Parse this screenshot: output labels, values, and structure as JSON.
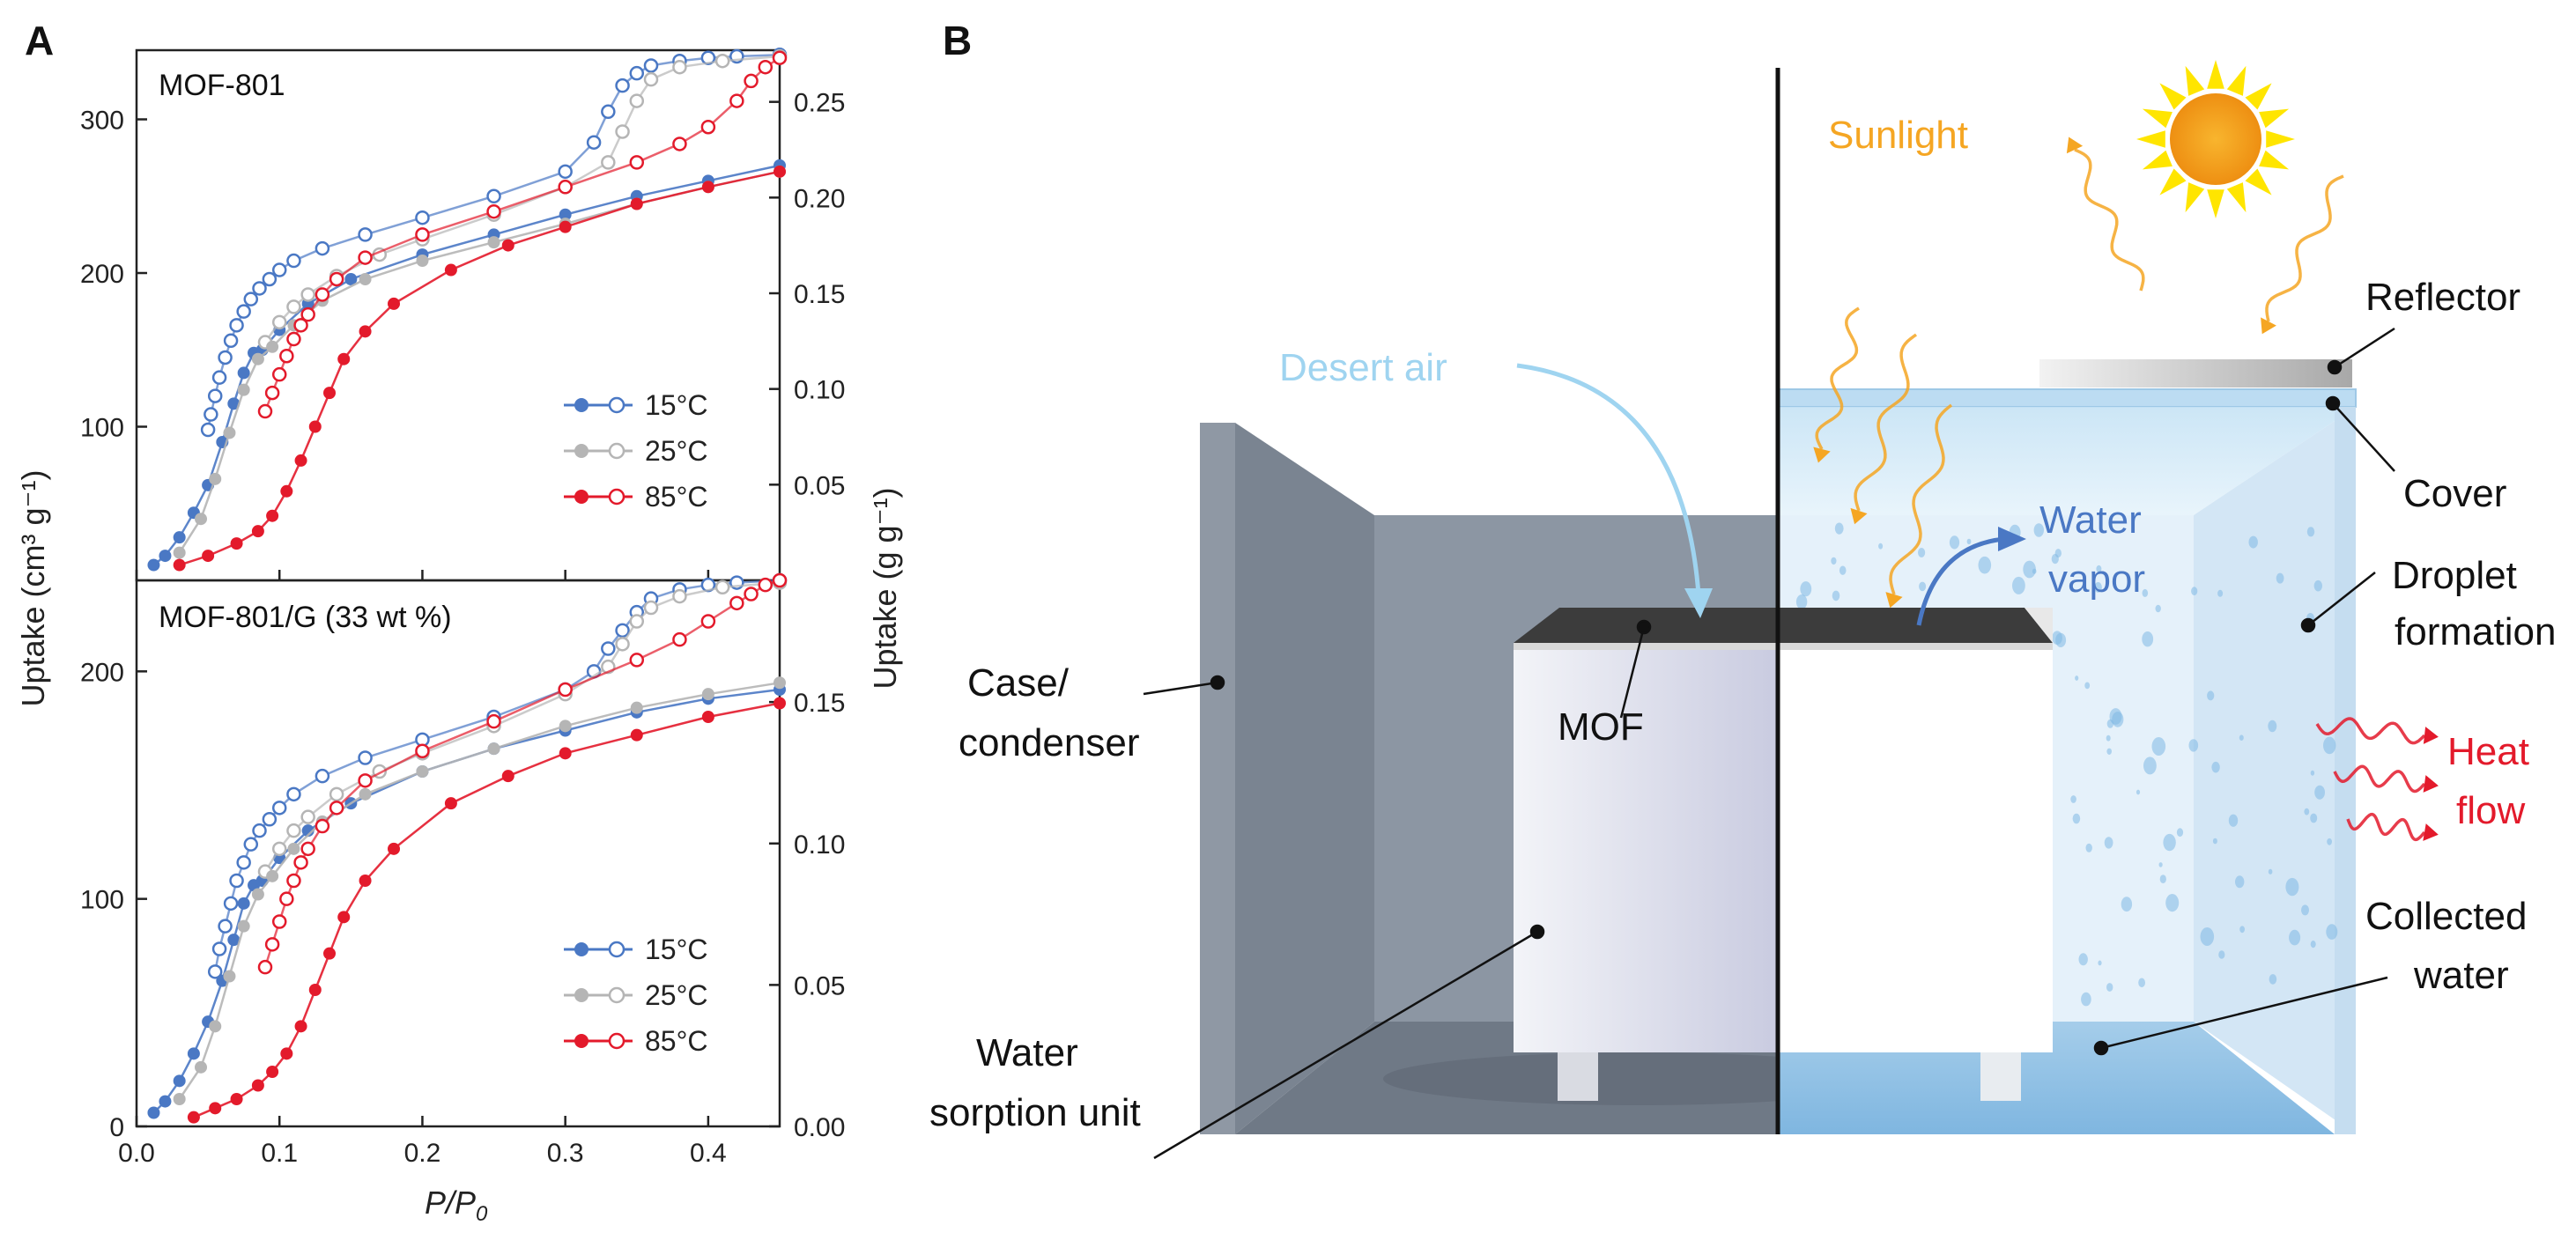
{
  "panels": {
    "a_label": "A",
    "b_label": "B"
  },
  "axes": {
    "ylabel_left": "Uptake (cm³ g⁻¹)",
    "ylabel_right": "Uptake (g g⁻¹)",
    "xlabel_main": "P/P",
    "xlabel_sub": "0"
  },
  "chart_data": [
    {
      "type": "scatter",
      "title": "MOF-801",
      "xlim": [
        0,
        0.45
      ],
      "ylim_left": [
        0,
        345
      ],
      "ylim_right": [
        0,
        0.277
      ],
      "x_ticks": [
        "0.0",
        "0.1",
        "0.2",
        "0.3",
        "0.4"
      ],
      "y_ticks_left": [
        "100",
        "200",
        "300"
      ],
      "y_ticks_right": [
        "0.05",
        "0.10",
        "0.15",
        "0.20",
        "0.25"
      ],
      "legend": {
        "placement": "center-right"
      },
      "series": [
        {
          "name": "15°C",
          "color": "#4a78c4",
          "adsorption": {
            "x": [
              0.012,
              0.02,
              0.03,
              0.04,
              0.05,
              0.06,
              0.068,
              0.075,
              0.082,
              0.088,
              0.1,
              0.12,
              0.15,
              0.2,
              0.25,
              0.3,
              0.35,
              0.4,
              0.45
            ],
            "y": [
              10,
              16,
              28,
              44,
              62,
              90,
              115,
              135,
              148,
              150,
              163,
              180,
              196,
              212,
              225,
              238,
              250,
              260,
              270
            ]
          },
          "desorption": {
            "x": [
              0.05,
              0.052,
              0.055,
              0.058,
              0.062,
              0.066,
              0.07,
              0.075,
              0.08,
              0.086,
              0.093,
              0.1,
              0.11,
              0.13,
              0.16,
              0.2,
              0.25,
              0.3,
              0.32,
              0.33,
              0.34,
              0.35,
              0.36,
              0.38,
              0.4,
              0.42,
              0.45
            ],
            "y": [
              98,
              108,
              120,
              132,
              145,
              156,
              166,
              175,
              183,
              190,
              196,
              202,
              208,
              216,
              225,
              236,
              250,
              266,
              285,
              305,
              322,
              330,
              335,
              338,
              340,
              341,
              342
            ]
          }
        },
        {
          "name": "25°C",
          "color": "#b5b5b5",
          "adsorption": {
            "x": [
              0.03,
              0.045,
              0.055,
              0.065,
              0.075,
              0.085,
              0.095,
              0.11,
              0.13,
              0.16,
              0.2,
              0.25,
              0.3,
              0.35,
              0.4,
              0.45
            ],
            "y": [
              18,
              40,
              66,
              96,
              124,
              144,
              152,
              166,
              182,
              196,
              208,
              220,
              232,
              245,
              256,
              266
            ]
          },
          "desorption": {
            "x": [
              0.09,
              0.1,
              0.11,
              0.12,
              0.14,
              0.17,
              0.2,
              0.25,
              0.3,
              0.33,
              0.34,
              0.35,
              0.36,
              0.38,
              0.41,
              0.45
            ],
            "y": [
              155,
              168,
              178,
              186,
              198,
              212,
              222,
              238,
              256,
              272,
              292,
              312,
              326,
              334,
              338,
              341
            ]
          }
        },
        {
          "name": "85°C",
          "color": "#e31a2b",
          "adsorption": {
            "x": [
              0.03,
              0.05,
              0.07,
              0.085,
              0.095,
              0.105,
              0.115,
              0.125,
              0.135,
              0.145,
              0.16,
              0.18,
              0.22,
              0.26,
              0.3,
              0.35,
              0.4,
              0.45
            ],
            "y": [
              10,
              16,
              24,
              32,
              42,
              58,
              78,
              100,
              122,
              144,
              162,
              180,
              202,
              218,
              230,
              245,
              256,
              266
            ]
          },
          "desorption": {
            "x": [
              0.09,
              0.095,
              0.1,
              0.105,
              0.11,
              0.115,
              0.12,
              0.13,
              0.14,
              0.16,
              0.2,
              0.25,
              0.3,
              0.35,
              0.38,
              0.4,
              0.42,
              0.43,
              0.44,
              0.45
            ],
            "y": [
              110,
              122,
              134,
              146,
              157,
              166,
              173,
              186,
              196,
              210,
              225,
              240,
              256,
              272,
              284,
              295,
              312,
              325,
              334,
              340
            ]
          }
        }
      ]
    },
    {
      "type": "scatter",
      "title": "MOF-801/G (33 wt %)",
      "xlim": [
        0,
        0.45
      ],
      "ylim_left": [
        0,
        240
      ],
      "ylim_right": [
        0,
        0.193
      ],
      "x_ticks": [
        "0.0",
        "0.1",
        "0.2",
        "0.3",
        "0.4"
      ],
      "y_ticks_left": [
        "0",
        "100",
        "200"
      ],
      "y_ticks_right": [
        "0.00",
        "0.05",
        "0.10",
        "0.15"
      ],
      "legend": {
        "placement": "bottom-right"
      },
      "series": [
        {
          "name": "15°C",
          "color": "#4a78c4",
          "adsorption": {
            "x": [
              0.012,
              0.02,
              0.03,
              0.04,
              0.05,
              0.06,
              0.068,
              0.075,
              0.082,
              0.088,
              0.1,
              0.12,
              0.15,
              0.2,
              0.25,
              0.3,
              0.35,
              0.4,
              0.45
            ],
            "y": [
              6,
              11,
              20,
              32,
              46,
              64,
              82,
              98,
              106,
              108,
              118,
              130,
              142,
              156,
              166,
              174,
              182,
              188,
              192
            ]
          },
          "desorption": {
            "x": [
              0.055,
              0.058,
              0.062,
              0.066,
              0.07,
              0.075,
              0.08,
              0.086,
              0.093,
              0.1,
              0.11,
              0.13,
              0.16,
              0.2,
              0.25,
              0.3,
              0.32,
              0.33,
              0.34,
              0.35,
              0.36,
              0.38,
              0.4,
              0.42,
              0.45
            ],
            "y": [
              68,
              78,
              88,
              98,
              108,
              116,
              124,
              130,
              135,
              140,
              146,
              154,
              162,
              170,
              180,
              192,
              200,
              210,
              218,
              226,
              232,
              236,
              238,
              239,
              240
            ]
          }
        },
        {
          "name": "25°C",
          "color": "#b5b5b5",
          "adsorption": {
            "x": [
              0.03,
              0.045,
              0.055,
              0.065,
              0.075,
              0.085,
              0.095,
              0.11,
              0.13,
              0.16,
              0.2,
              0.25,
              0.3,
              0.35,
              0.4,
              0.45
            ],
            "y": [
              12,
              26,
              44,
              66,
              88,
              102,
              110,
              122,
              134,
              146,
              156,
              166,
              176,
              184,
              190,
              195
            ]
          },
          "desorption": {
            "x": [
              0.09,
              0.1,
              0.11,
              0.12,
              0.14,
              0.17,
              0.2,
              0.25,
              0.3,
              0.33,
              0.34,
              0.35,
              0.36,
              0.38,
              0.41,
              0.45
            ],
            "y": [
              112,
              122,
              130,
              136,
              146,
              156,
              164,
              176,
              190,
              202,
              212,
              222,
              228,
              233,
              237,
              239
            ]
          }
        },
        {
          "name": "85°C",
          "color": "#e31a2b",
          "adsorption": {
            "x": [
              0.04,
              0.055,
              0.07,
              0.085,
              0.095,
              0.105,
              0.115,
              0.125,
              0.135,
              0.145,
              0.16,
              0.18,
              0.22,
              0.26,
              0.3,
              0.35,
              0.4,
              0.45
            ],
            "y": [
              4,
              8,
              12,
              18,
              24,
              32,
              44,
              60,
              76,
              92,
              108,
              122,
              142,
              154,
              164,
              172,
              180,
              186
            ]
          },
          "desorption": {
            "x": [
              0.09,
              0.095,
              0.1,
              0.105,
              0.11,
              0.115,
              0.12,
              0.13,
              0.14,
              0.16,
              0.2,
              0.25,
              0.3,
              0.35,
              0.38,
              0.4,
              0.42,
              0.43,
              0.44,
              0.45
            ],
            "y": [
              70,
              80,
              90,
              100,
              108,
              116,
              122,
              132,
              140,
              152,
              165,
              178,
              192,
              205,
              214,
              222,
              230,
              234,
              238,
              240
            ]
          }
        }
      ]
    }
  ],
  "diagram": {
    "labels": {
      "sunlight": "Sunlight",
      "desert_air": "Desert air",
      "reflector": "Reflector",
      "cover": "Cover",
      "water_vapor_1": "Water",
      "water_vapor_2": "vapor",
      "droplet_1": "Droplet",
      "droplet_2": "formation",
      "case_1": "Case/",
      "case_2": "condenser",
      "mof": "MOF",
      "heat_1": "Heat",
      "heat_2": "flow",
      "collected_1": "Collected",
      "collected_2": "water",
      "sorption_1": "Water",
      "sorption_2": "sorption unit"
    },
    "colors": {
      "sunlight": "#f5a623",
      "desert_air": "#9fd4f0",
      "water_vapor": "#4a78c4",
      "heat": "#e31a2b",
      "case": "#8e99a6",
      "sun": "#f6a91e",
      "sun_rays": "#ffe500",
      "moon": "#4a78c4"
    }
  }
}
